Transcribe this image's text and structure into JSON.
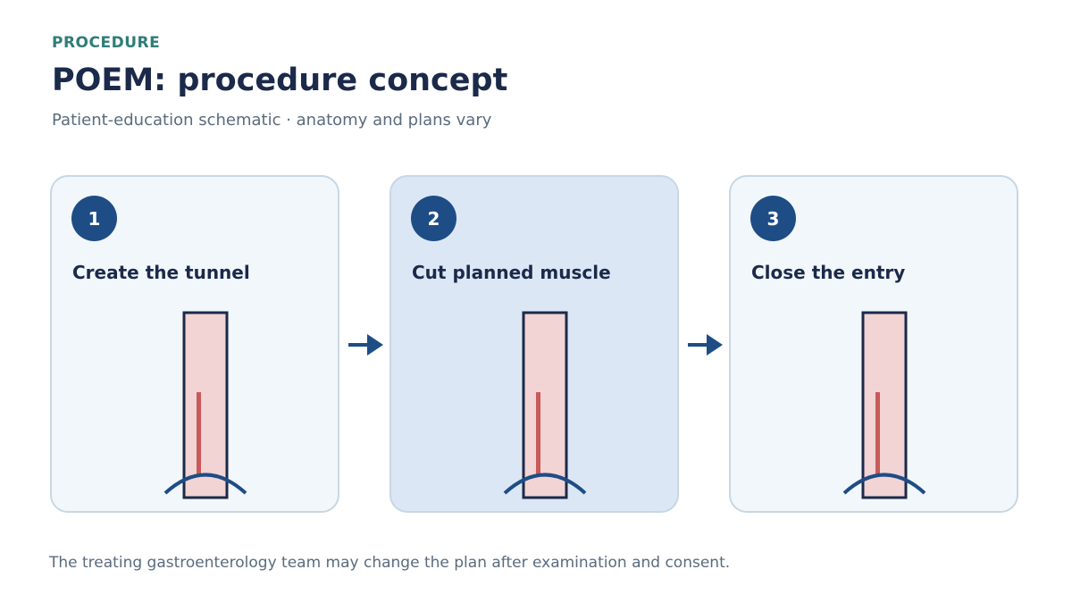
{
  "header": {
    "eyebrow": "PROCEDURE",
    "title": "POEM: procedure concept",
    "subtitle": "Patient-education schematic · anatomy and plans vary"
  },
  "steps": [
    {
      "number": "1",
      "title": "Create the tunnel",
      "icon": "esophagus-schematic-icon"
    },
    {
      "number": "2",
      "title": "Cut planned muscle",
      "icon": "esophagus-schematic-icon"
    },
    {
      "number": "3",
      "title": "Close the entry",
      "icon": "esophagus-schematic-icon"
    }
  ],
  "footer": {
    "note": "The treating gastroenterology team may change the plan after examination and consent."
  },
  "colors": {
    "accent": "#2f7d78",
    "primary": "#1e4d86",
    "text": "#1b2a4a",
    "muted": "#5a6b7e",
    "card_bg": "#f2f7fb",
    "card_active_bg": "#dbe7f5",
    "card_border": "#c7d7e4",
    "tissue": "#f2d4d4",
    "incision": "#c85a5a"
  }
}
